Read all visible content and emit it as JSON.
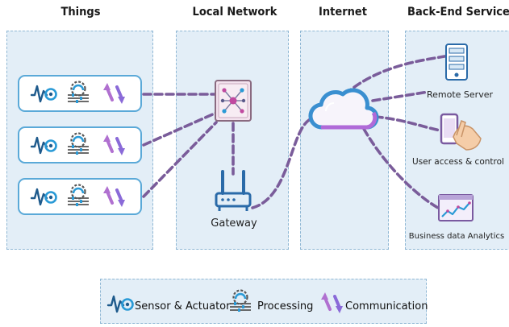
{
  "columns": {
    "things": "Things",
    "local_network": "Local Network",
    "internet": "Internet",
    "backend": "Back-End Services"
  },
  "nodes": {
    "gateway": "Gateway",
    "remote_server": "Remote Server",
    "user_access": "User access & control",
    "analytics": "Business data Analytics"
  },
  "legend": {
    "sensor": "Sensor & Actuator",
    "processing": "Processing",
    "communication": "Communication"
  },
  "icons": [
    "pulse-sensor-icon",
    "processing-gear-icon",
    "communication-arrows-icon",
    "hub-icon",
    "router-icon",
    "cloud-icon",
    "server-icon",
    "touch-phone-icon",
    "analytics-chart-icon"
  ],
  "colors": {
    "panel_fill": "#e3eef7",
    "panel_border": "#8fb7d4",
    "thing_border": "#5aa9d8",
    "connection": "#7a5c9a"
  }
}
